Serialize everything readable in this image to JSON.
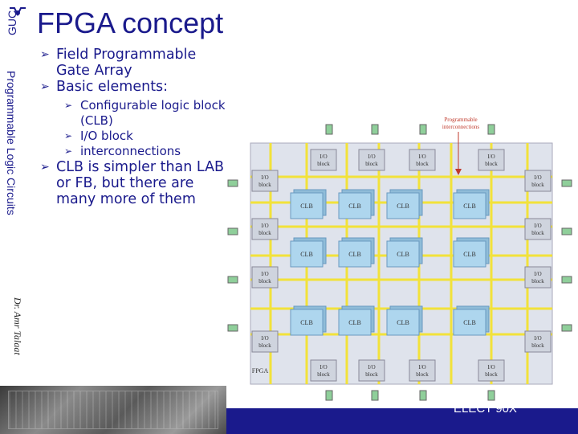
{
  "slide": {
    "title": "FPGA concept",
    "side_label": "Programmable Logic Circuits",
    "author": "Dr. Amr Talaat",
    "footer": "ELECT 90X",
    "logo_text": "GUC"
  },
  "bullets": [
    {
      "level": 1,
      "text": "Field Programmable Gate Array"
    },
    {
      "level": 1,
      "text": "Basic elements:"
    },
    {
      "level": 2,
      "text": "Configurable logic block (CLB)"
    },
    {
      "level": 2,
      "text": "I/O block"
    },
    {
      "level": 2,
      "text": "interconnections"
    },
    {
      "level": 1,
      "text": "CLB is simpler than LAB or FB, but there are many more of them"
    }
  ],
  "diagram": {
    "interconnect_label_1": "Programmable",
    "interconnect_label_2": "interconnections",
    "io_label_1": "I/O",
    "io_label_2": "block",
    "clb_label": "CLB",
    "chip_label": "FPGA",
    "colors": {
      "interconnect": "#f2e23a",
      "clb": "#aed6ee",
      "io": "#cfd4de",
      "die": "#dfe3ec",
      "pin": "#8fcf9a",
      "label_red": "#c0392b"
    }
  }
}
